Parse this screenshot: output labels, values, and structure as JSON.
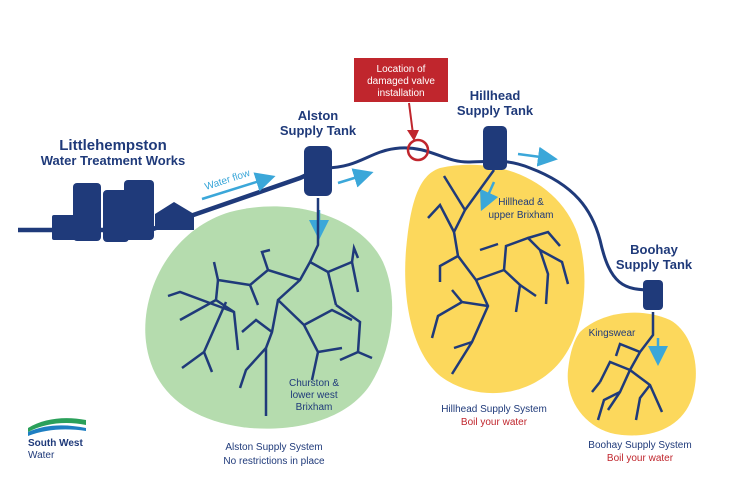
{
  "works": {
    "line1": "Littlehempston",
    "line2": "Water Treatment Works"
  },
  "water_flow": "Water flow",
  "alston_tank": {
    "line1": "Alston",
    "line2": "Supply Tank"
  },
  "hillhead_tank": {
    "line1": "Hillhead",
    "line2": "Supply Tank"
  },
  "boohay_tank": {
    "line1": "Boohay",
    "line2": "Supply Tank"
  },
  "damage_callout": {
    "line1": "Location of",
    "line2": "damaged valve",
    "line3": "installation"
  },
  "areas": {
    "churston": {
      "line1": "Churston &",
      "line2": "lower west",
      "line3": "Brixham"
    },
    "hillhead_upper": {
      "line1": "Hillhead &",
      "line2": "upper Brixham"
    },
    "kingswear": "Kingswear"
  },
  "systems": {
    "alston": {
      "name": "Alston Supply System",
      "status": "No restrictions in place"
    },
    "hillhead": {
      "name": "Hillhead Supply System",
      "status": "Boil your water"
    },
    "boohay": {
      "name": "Boohay Supply System",
      "status": "Boil your water"
    }
  },
  "logo": {
    "line1": "South West",
    "line2": "Water"
  },
  "colors": {
    "navy": "#1f3a7a",
    "green_zone": "#b5dcae",
    "yellow_zone": "#fcd85c",
    "red": "#c0262d",
    "arrow_blue": "#3ba7d9"
  }
}
